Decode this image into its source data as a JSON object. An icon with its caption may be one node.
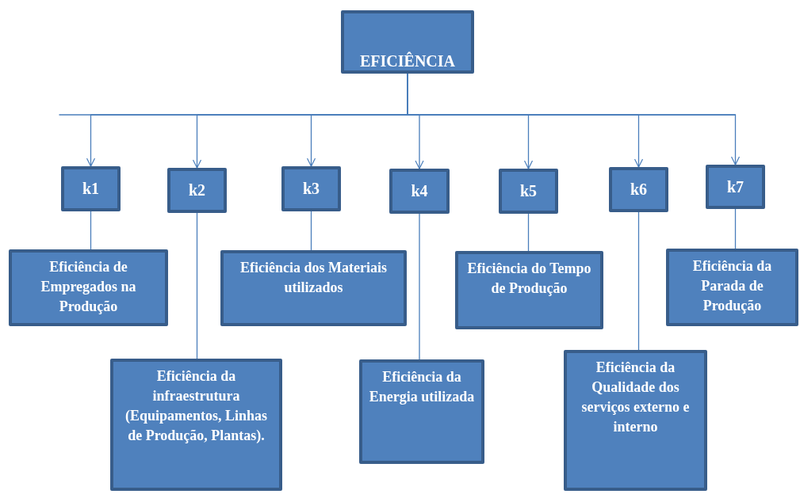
{
  "diagram": {
    "nodes": [
      {
        "text": [
          "EFICIÊNCIA"
        ]
      },
      {
        "text": [
          "k1"
        ]
      },
      {
        "text": [
          "k2"
        ]
      },
      {
        "text": [
          "k3"
        ]
      },
      {
        "text": [
          "k4"
        ]
      },
      {
        "text": [
          "k5"
        ]
      },
      {
        "text": [
          "k6"
        ]
      },
      {
        "text": [
          "k7"
        ]
      },
      {
        "text": [
          "Eficiência de Empregados na Produção"
        ]
      },
      {
        "text": [
          "Eficiência dos Materiais utilizados"
        ]
      },
      {
        "text": [
          "Eficiência do Tempo de Produção"
        ]
      },
      {
        "text": [
          "Eficiência da Parada de Produção"
        ]
      },
      {
        "text": [
          "Eficiência da infraestrutura (Equipamentos, Linhas de Produção, Plantas)."
        ]
      },
      {
        "text": [
          "Eficiência da Energia utilizada"
        ]
      },
      {
        "text": [
          "Eficiência da Qualidade dos serviços externo e interno"
        ]
      }
    ],
    "edges": [
      {
        "from": 0,
        "to": 1,
        "arrow": "to"
      },
      {
        "from": 0,
        "to": 2,
        "arrow": "to"
      },
      {
        "from": 0,
        "to": 3,
        "arrow": "to"
      },
      {
        "from": 0,
        "to": 4,
        "arrow": "to"
      },
      {
        "from": 0,
        "to": 5,
        "arrow": "to"
      },
      {
        "from": 0,
        "to": 6,
        "arrow": "to"
      },
      {
        "from": 0,
        "to": 7,
        "arrow": "to"
      },
      {
        "from": 1,
        "to": 8,
        "arrow": "none"
      },
      {
        "from": 2,
        "to": 12,
        "arrow": "none"
      },
      {
        "from": 3,
        "to": 9,
        "arrow": "none"
      },
      {
        "from": 4,
        "to": 13,
        "arrow": "none"
      },
      {
        "from": 5,
        "to": 10,
        "arrow": "none"
      },
      {
        "from": 6,
        "to": 14,
        "arrow": "none"
      },
      {
        "from": 7,
        "to": 11,
        "arrow": "none"
      }
    ]
  }
}
